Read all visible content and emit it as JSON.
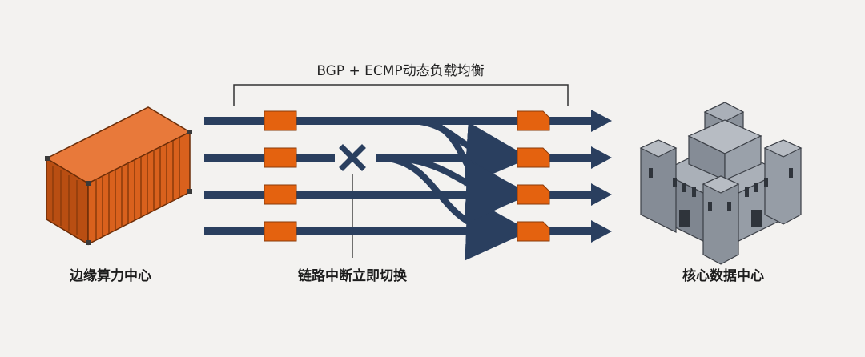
{
  "diagram": {
    "top_label": "BGP + ECMP动态负载均衡",
    "left_label": "边缘算力中心",
    "middle_label": "链路中断立即切换",
    "right_label": "核心数据中心",
    "colors": {
      "background": "#f3f2f0",
      "link": "#2a3f5f",
      "packet": "#e4620f",
      "container": "#d9611d",
      "castle": "#7f8690",
      "text": "#1d1d1d"
    },
    "links": [
      {
        "status": "active",
        "rerouted_to": null
      },
      {
        "status": "broken",
        "rerouted_to": 2
      },
      {
        "status": "active",
        "rerouted_to": null
      },
      {
        "status": "active",
        "rerouted_to": null
      }
    ],
    "reroute_curves": [
      {
        "from_link": 1,
        "to_link": 2
      },
      {
        "from_link": 1,
        "to_link": 3
      },
      {
        "from_link": 1,
        "to_link": 4
      },
      {
        "from_link": 2,
        "to_link": 3
      }
    ],
    "icons": {
      "left": "shipping-container-icon",
      "right": "castle-datacenter-icon",
      "break": "x-mark-icon"
    }
  }
}
